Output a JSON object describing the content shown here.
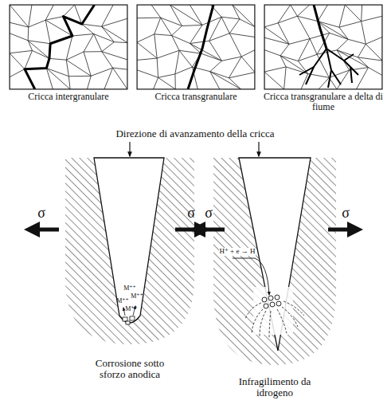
{
  "diagram": {
    "nodes": [
      {
        "text": [
          "Cricca intergranulare"
        ]
      },
      {
        "text": [
          "Cricca transgranulare"
        ]
      },
      {
        "text": [
          "Cricca transgranulare a delta di fiume"
        ]
      }
    ],
    "labels": [
      "Direzione di avanzamento della cricca",
      "σ",
      "σ",
      "σ",
      "σ",
      "M⁺⁺",
      "M⁺⁺",
      "M⁺⁺",
      "M⁺⁺",
      "H⁺ + e → H",
      "Corrosione sotto sforzo anodica",
      "Infragilimento da idrogeno"
    ]
  }
}
